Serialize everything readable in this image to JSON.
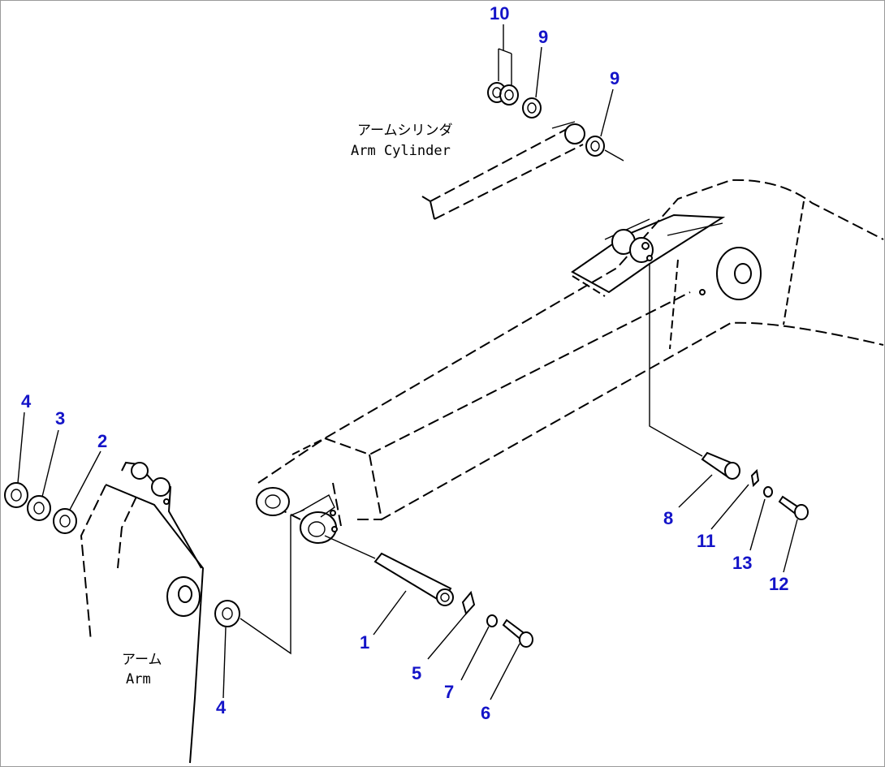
{
  "labels": {
    "arm_cylinder_jp": "アームシリンダ",
    "arm_cylinder_en": "Arm Cylinder",
    "arm_jp": "アーム",
    "arm_en": "Arm"
  },
  "callouts": {
    "c1": "1",
    "c2": "2",
    "c3": "3",
    "c4a": "4",
    "c4b": "4",
    "c5": "5",
    "c6": "6",
    "c7": "7",
    "c8": "8",
    "c9a": "9",
    "c9b": "9",
    "c10": "10",
    "c11": "11",
    "c12": "12",
    "c13": "13"
  },
  "colors": {
    "callout": "#1414c8",
    "line": "#000000",
    "frame": "#9a9a9a"
  }
}
